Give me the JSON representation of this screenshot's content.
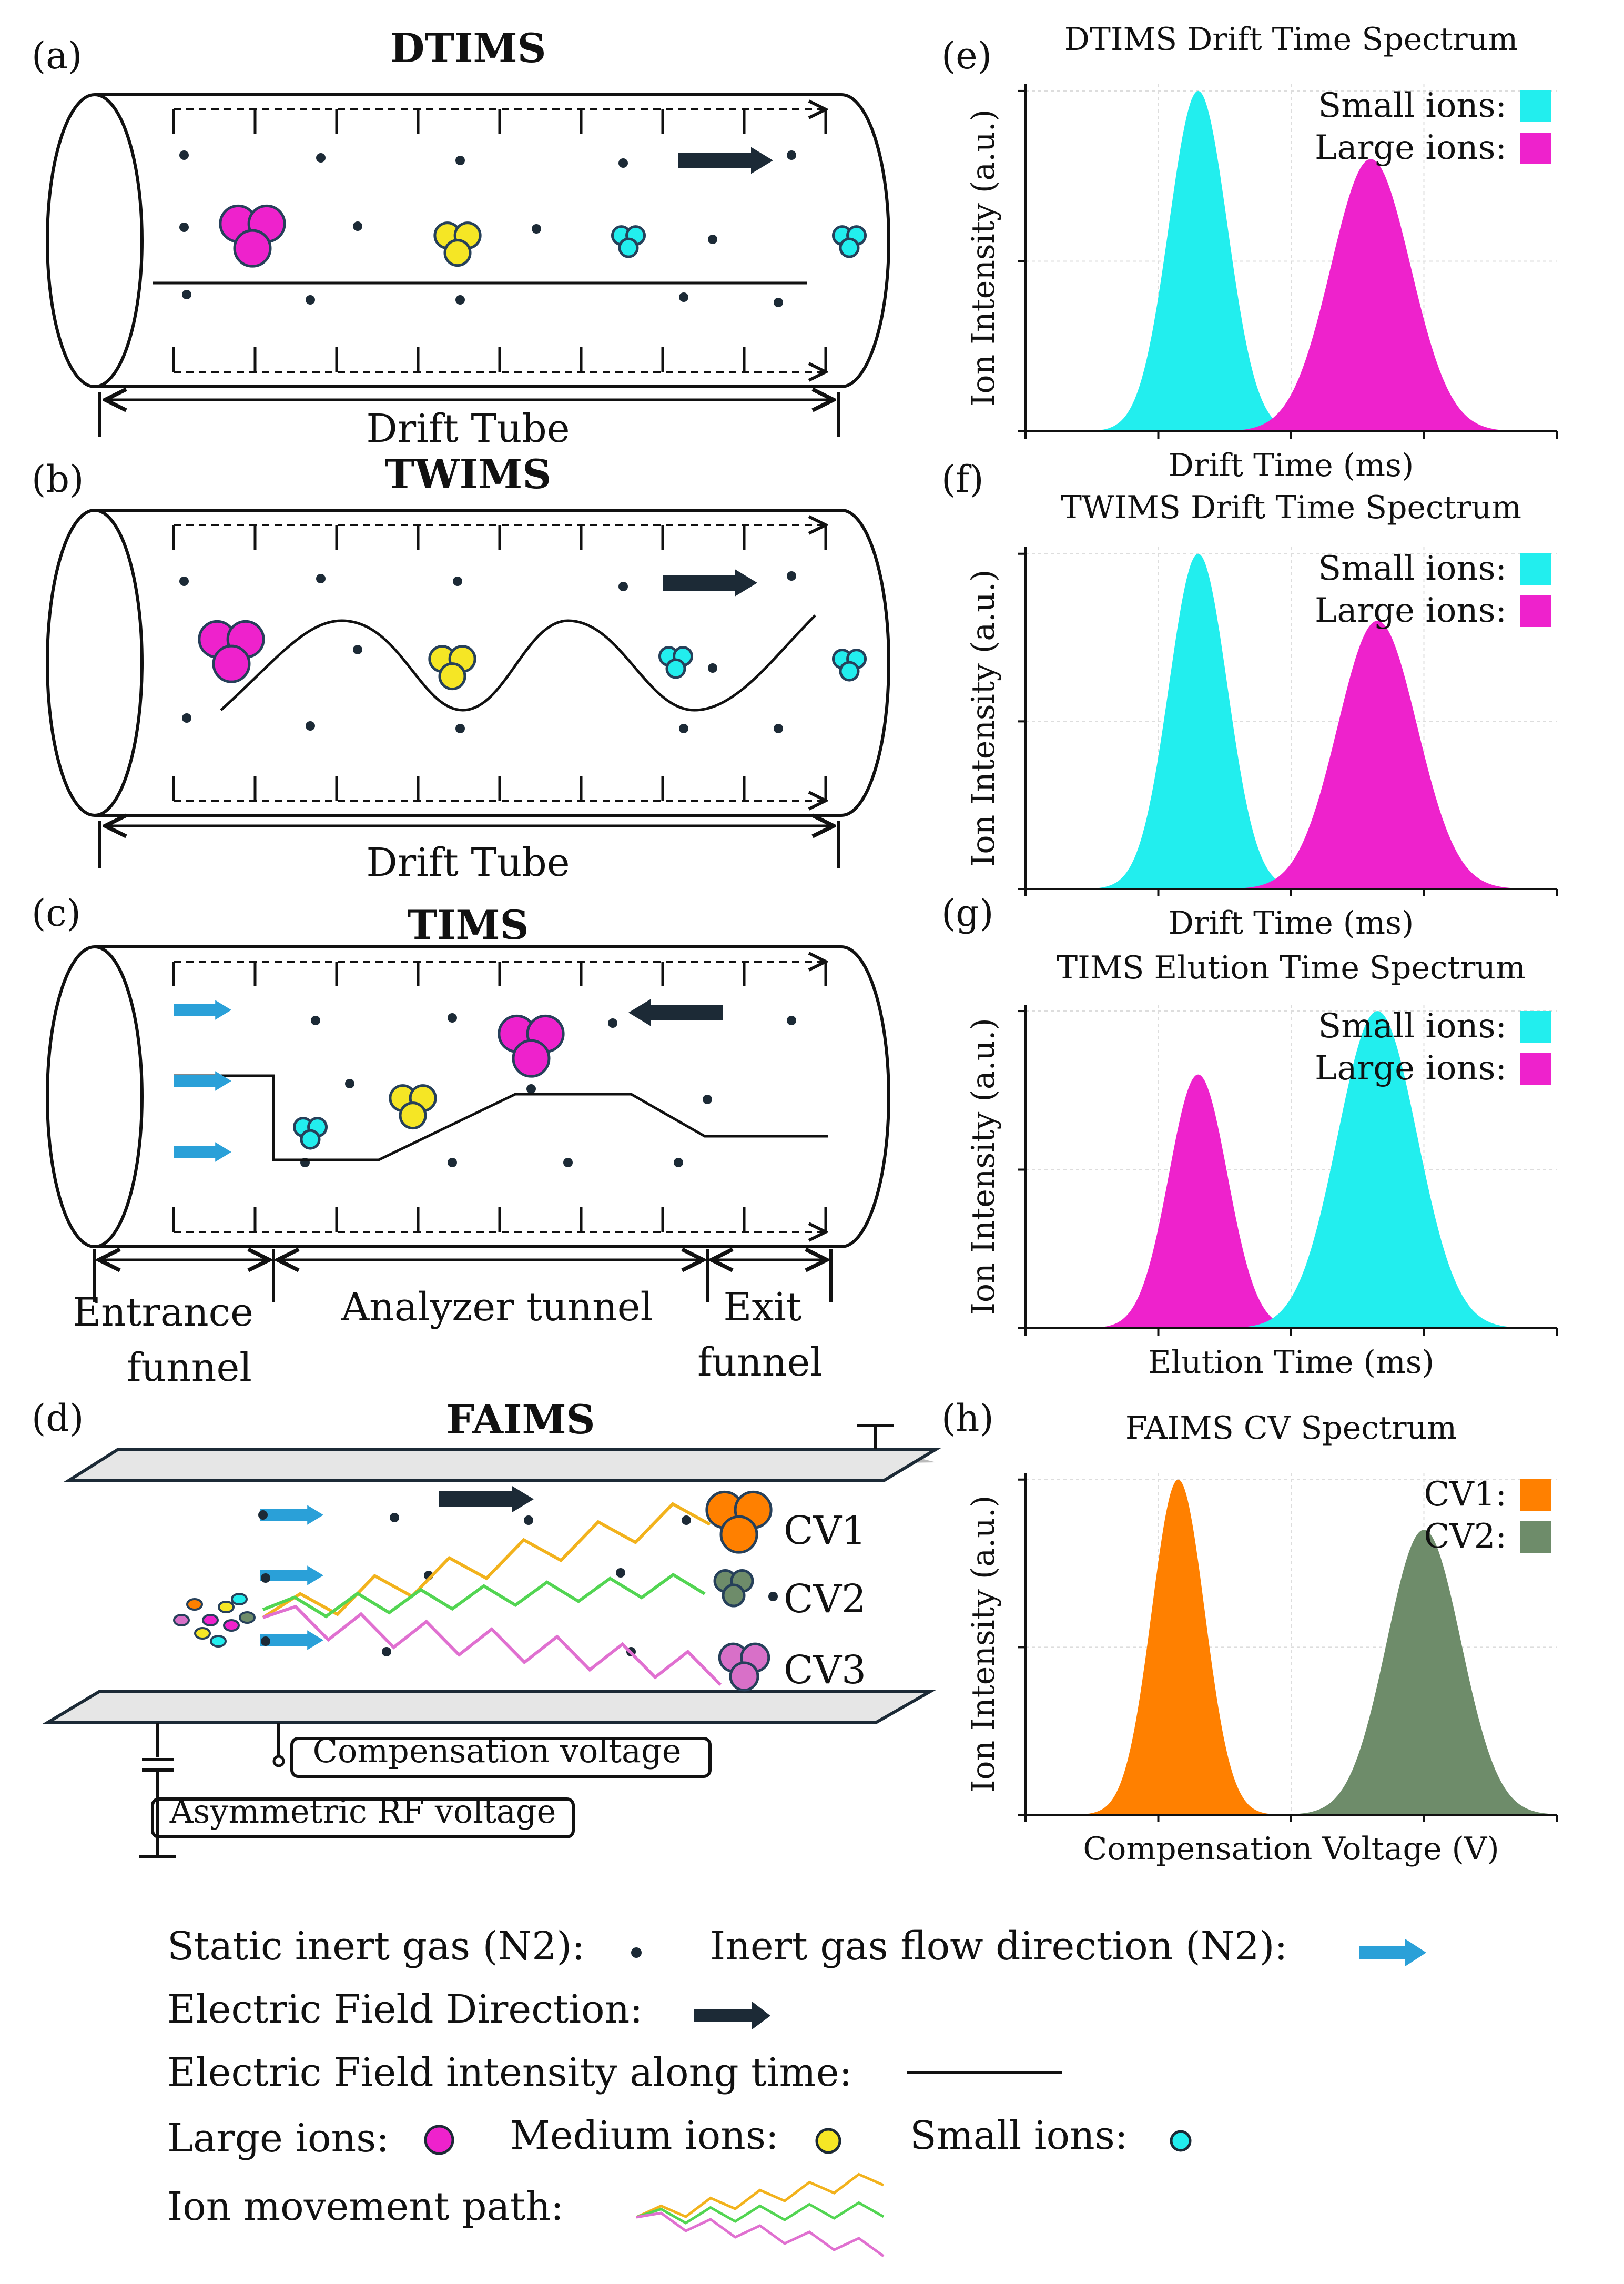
{
  "labels": {
    "a": "(a)",
    "b": "(b)",
    "c": "(c)",
    "d": "(d)",
    "e": "(e)",
    "f": "(f)",
    "g": "(g)",
    "h": "(h)"
  },
  "dtims": {
    "title": "DTIMS",
    "tube_label": "Drift Tube"
  },
  "twims": {
    "title": "TWIMS",
    "tube_label": "Drift Tube"
  },
  "tims": {
    "title": "TIMS",
    "entrance": [
      "Entrance",
      "funnel"
    ],
    "analyzer": "Analyzer tunnel",
    "exit": [
      "Exit",
      "funnel"
    ]
  },
  "faims": {
    "title": "FAIMS",
    "cv1": "CV1",
    "cv2": "CV2",
    "cv3": "CV3",
    "comp_voltage": "Compensation voltage",
    "rf_voltage": "Asymmetric RF voltage"
  },
  "colors": {
    "large": "#ee22cc",
    "medium": "#f5e625",
    "small": "#22eeee",
    "cv1": "#ff8000",
    "cv2": "#6e8c6a",
    "cv3": "#d870c8",
    "flow": "#2aa0d8",
    "field": "#1c2a36",
    "orange_path": "#f2b21c",
    "green_path": "#52d552",
    "pink_path": "#e070d0"
  },
  "charts": [
    {
      "title": "DTIMS Drift Time Spectrum",
      "xlabel": "Drift Time (ms)",
      "ylabel": "Ion Intensity (a.u.)",
      "legend": [
        "Small ions:",
        "Large ions:"
      ]
    },
    {
      "title": "TWIMS Drift Time Spectrum",
      "xlabel": "Drift Time (ms)",
      "ylabel": "Ion Intensity (a.u.)",
      "legend": [
        "Small ions:",
        "Large ions:"
      ]
    },
    {
      "title": "TIMS Elution Time Spectrum",
      "xlabel": "Elution Time (ms)",
      "ylabel": "Ion Intensity (a.u.)",
      "legend": [
        "Small ions:",
        "Large ions:"
      ]
    },
    {
      "title": "FAIMS CV Spectrum",
      "xlabel": "Compensation Voltage (V)",
      "ylabel": "Ion Intensity (a.u.)",
      "legend": [
        "CV1:",
        "CV2:"
      ]
    }
  ],
  "chart_data": [
    {
      "type": "area",
      "series": [
        {
          "name": "Small ions",
          "color": "#22eeee",
          "center": 1.3,
          "width": 0.22,
          "amplitude": 1.0
        },
        {
          "name": "Large ions",
          "color": "#ee22cc",
          "center": 2.6,
          "width": 0.3,
          "amplitude": 0.8
        }
      ],
      "xlim": [
        0,
        4
      ],
      "ylim": [
        0,
        1.02
      ]
    },
    {
      "type": "area",
      "series": [
        {
          "name": "Small ions",
          "color": "#22eeee",
          "center": 1.3,
          "width": 0.22,
          "amplitude": 1.0
        },
        {
          "name": "Large ions",
          "color": "#ee22cc",
          "center": 2.65,
          "width": 0.3,
          "amplitude": 0.8
        }
      ],
      "xlim": [
        0,
        4
      ],
      "ylim": [
        0,
        1.02
      ]
    },
    {
      "type": "area",
      "series": [
        {
          "name": "Large ions",
          "color": "#ee22cc",
          "center": 1.3,
          "width": 0.22,
          "amplitude": 0.8
        },
        {
          "name": "Small ions",
          "color": "#22eeee",
          "center": 2.65,
          "width": 0.3,
          "amplitude": 1.0
        }
      ],
      "xlim": [
        0,
        4
      ],
      "ylim": [
        0,
        1.02
      ]
    },
    {
      "type": "area",
      "series": [
        {
          "name": "CV1",
          "color": "#ff8000",
          "center": 1.15,
          "width": 0.2,
          "amplitude": 1.0
        },
        {
          "name": "CV2",
          "color": "#6e8c6a",
          "center": 3.0,
          "width": 0.28,
          "amplitude": 0.85
        }
      ],
      "xlim": [
        0,
        4
      ],
      "ylim": [
        0,
        1.02
      ]
    }
  ],
  "legend": {
    "static_gas": "Static inert gas (N2):",
    "gas_flow": "Inert gas flow direction (N2):",
    "field_dir": "Electric Field Direction:",
    "field_intensity": "Electric Field intensity along time:",
    "large": "Large ions:",
    "medium": "Medium ions:",
    "small": "Small ions:",
    "path": "Ion movement path:"
  }
}
